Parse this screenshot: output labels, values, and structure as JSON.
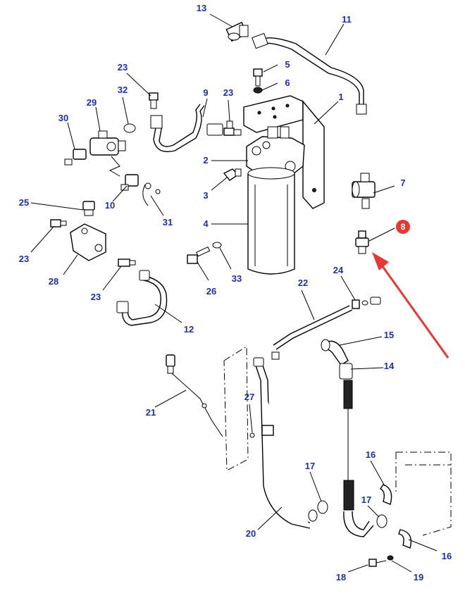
{
  "callouts": {
    "p1": "1",
    "p2": "2",
    "p3": "3",
    "p4": "4",
    "p5": "5",
    "p6": "6",
    "p7": "7",
    "p8": "8",
    "p9": "9",
    "p10": "10",
    "p11": "11",
    "p12": "12",
    "p13": "13",
    "p14": "14",
    "p15": "15",
    "p16a": "16",
    "p16b": "16",
    "p17a": "17",
    "p17b": "17",
    "p18": "18",
    "p19": "19",
    "p20": "20",
    "p21": "21",
    "p22": "22",
    "p23a": "23",
    "p23b": "23",
    "p23c": "23",
    "p23d": "23",
    "p24": "24",
    "p25": "25",
    "p26": "26",
    "p27": "27",
    "p28": "28",
    "p29": "29",
    "p30": "30",
    "p31": "31",
    "p32": "32",
    "p33": "33"
  },
  "highlight": {
    "part": "8",
    "badge_color": "#e53935",
    "arrow_color": "#e53935"
  },
  "colors": {
    "label": "#1f2fa8",
    "line": "#000000"
  }
}
